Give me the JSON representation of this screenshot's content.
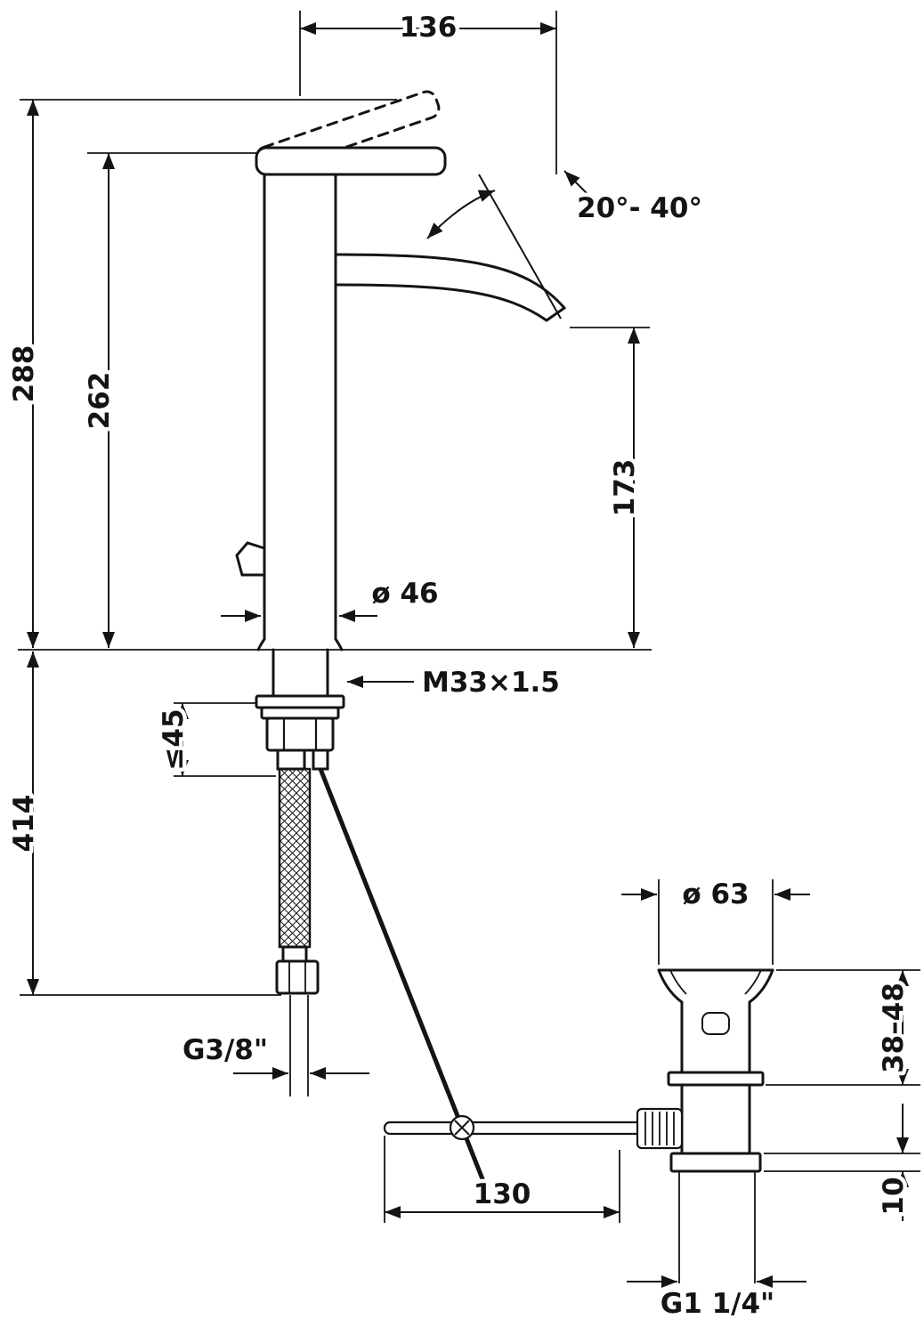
{
  "drawing": {
    "subject": "Single-lever basin mixer faucet with pop-up drain - technical dimension drawing",
    "line_color": "#141414",
    "background": "#ffffff"
  },
  "labels": {
    "spout_projection": "136",
    "handle_angle_range": "20°- 40°",
    "overall_height": "288",
    "body_height": "262",
    "spout_outlet_height": "173",
    "body_diameter": "ø 46",
    "mounting_thread": "M33×1.5",
    "max_deck_thickness": "≤45",
    "hose_length": "414",
    "drain_flange_diameter": "ø 63",
    "drain_height_range": "38–48",
    "supply_connection": "G3/8\"",
    "rod_offset": "130",
    "flange_thickness": "10",
    "drain_thread": "G1 1/4\""
  }
}
